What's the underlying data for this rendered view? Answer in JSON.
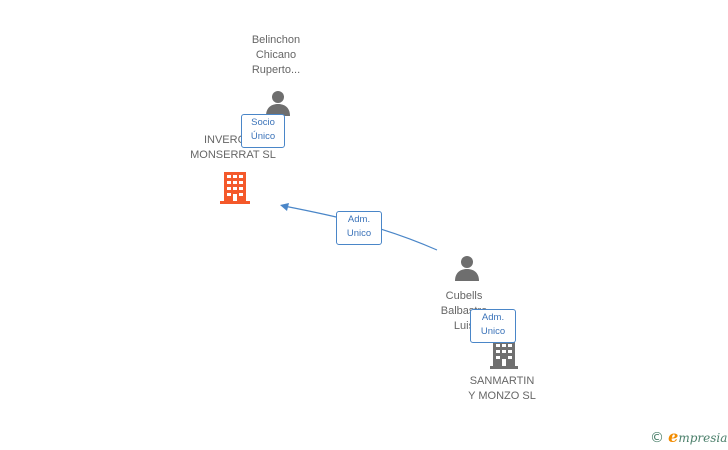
{
  "nodes": {
    "person_belinchon": {
      "lines": [
        "Belinchon",
        "Chicano",
        "Ruperto..."
      ]
    },
    "company_invercor": {
      "lines": [
        "INVERCOR",
        "MONSERRAT SL"
      ]
    },
    "person_cubells": {
      "lines": [
        "Cubells",
        "Balbastre",
        "Luis"
      ]
    },
    "company_sanmartin": {
      "lines": [
        "SANMARTIN",
        "Y MONZO SL"
      ]
    }
  },
  "edges": {
    "socio_unico": {
      "lines": [
        "Socio",
        "Único"
      ]
    },
    "adm_unico_1": {
      "lines": [
        "Adm.",
        "Unico"
      ]
    },
    "adm_unico_2": {
      "lines": [
        "Adm.",
        "Unico"
      ]
    }
  },
  "colors": {
    "person_icon": "#6e6e6e",
    "company_highlight": "#f4592b",
    "company_default": "#707070",
    "edge": "#4a86c8",
    "badge_text": "#3b73b9",
    "brand_accent": "#f28c00",
    "brand_text": "#4a7f6a"
  },
  "icons": {
    "person": "person-icon",
    "company": "building-icon",
    "arrow": "arrowhead-icon"
  },
  "brand": {
    "copyright_symbol": "©",
    "initial": "e",
    "name": "mpresia"
  }
}
